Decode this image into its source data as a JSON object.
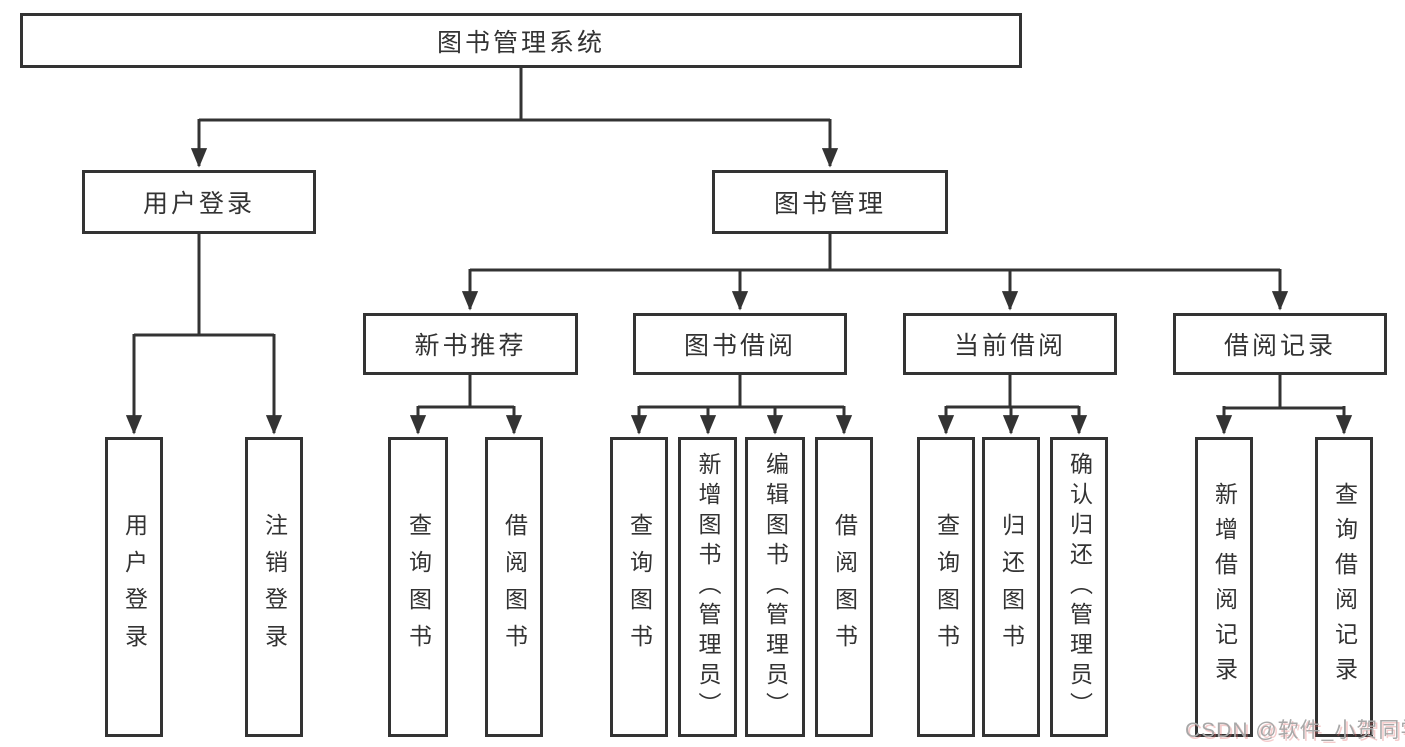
{
  "diagram": {
    "title": "图书管理系统",
    "type": "hierarchy-tree",
    "colors": {
      "line": "#333333",
      "box_border": "#333333",
      "text": "#333333",
      "background": "#ffffff",
      "watermark": "#a8a8a8",
      "watermark_shadow": "#e06c6c"
    },
    "root": {
      "label": "图书管理系统"
    },
    "branches": [
      {
        "label": "用户登录",
        "children": [
          {
            "label": "用户登录"
          },
          {
            "label": "注销登录"
          }
        ]
      },
      {
        "label": "图书管理",
        "children": [
          {
            "label": "新书推荐",
            "children": [
              {
                "label": "查询图书"
              },
              {
                "label": "借阅图书"
              }
            ]
          },
          {
            "label": "图书借阅",
            "children": [
              {
                "label": "查询图书"
              },
              {
                "label": "新增图书（管理员）"
              },
              {
                "label": "编辑图书（管理员）"
              },
              {
                "label": "借阅图书"
              }
            ]
          },
          {
            "label": "当前借阅",
            "children": [
              {
                "label": "查询图书"
              },
              {
                "label": "归还图书"
              },
              {
                "label": "确认归还（管理员）"
              }
            ]
          },
          {
            "label": "借阅记录",
            "children": [
              {
                "label": "新增借阅记录"
              },
              {
                "label": "查询借阅记录"
              }
            ]
          }
        ]
      }
    ],
    "watermark": "CSDN @软件_小贺同学"
  }
}
